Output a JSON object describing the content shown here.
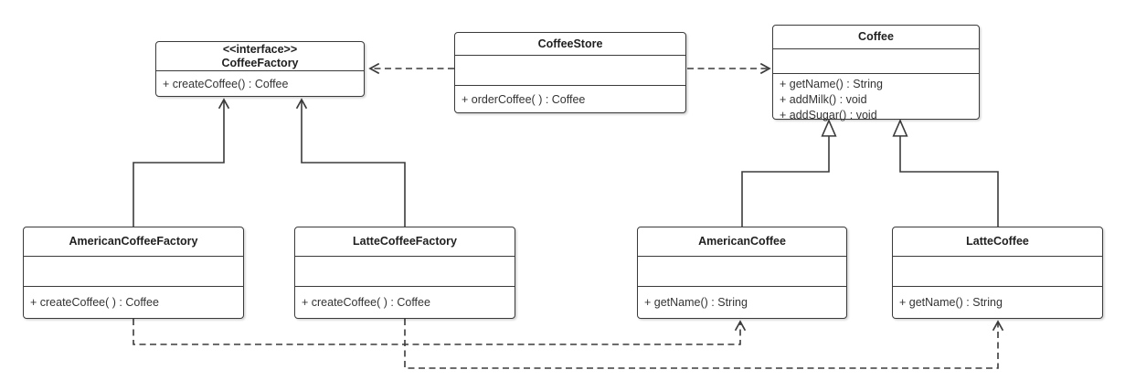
{
  "diagram": {
    "type": "uml-class-diagram",
    "classes": [
      {
        "id": "coffee-factory",
        "stereotype": "<<interface>>",
        "name": "CoffeeFactory",
        "methods": [
          "+ createCoffee() : Coffee"
        ]
      },
      {
        "id": "coffee-store",
        "name": "CoffeeStore",
        "methods": [
          "+ orderCoffee( ) : Coffee"
        ]
      },
      {
        "id": "coffee",
        "name": "Coffee",
        "methods": [
          "+ getName() : String",
          "+ addMilk() : void",
          "+ addSugar() : void"
        ]
      },
      {
        "id": "american-coffee-factory",
        "name": "AmericanCoffeeFactory",
        "methods": [
          "+ createCoffee( ) : Coffee"
        ]
      },
      {
        "id": "latte-coffee-factory",
        "name": "LatteCoffeeFactory",
        "methods": [
          "+ createCoffee( ) : Coffee"
        ]
      },
      {
        "id": "american-coffee",
        "name": "AmericanCoffee",
        "methods": [
          "+ getName() : String"
        ]
      },
      {
        "id": "latte-coffee",
        "name": "LatteCoffee",
        "methods": [
          "+ getName() : String"
        ]
      }
    ],
    "relationships": [
      {
        "type": "dependency",
        "from": "CoffeeStore",
        "to": "CoffeeFactory",
        "style": "dashed-open-arrow"
      },
      {
        "type": "dependency",
        "from": "CoffeeStore",
        "to": "Coffee",
        "style": "dashed-open-arrow"
      },
      {
        "type": "realization",
        "from": "AmericanCoffeeFactory",
        "to": "CoffeeFactory",
        "style": "solid-open-arrow"
      },
      {
        "type": "realization",
        "from": "LatteCoffeeFactory",
        "to": "CoffeeFactory",
        "style": "solid-open-arrow"
      },
      {
        "type": "generalization",
        "from": "AmericanCoffee",
        "to": "Coffee",
        "style": "solid-hollow-triangle"
      },
      {
        "type": "generalization",
        "from": "LatteCoffee",
        "to": "Coffee",
        "style": "solid-hollow-triangle"
      },
      {
        "type": "dependency",
        "from": "AmericanCoffeeFactory",
        "to": "AmericanCoffee",
        "style": "dashed-open-arrow"
      },
      {
        "type": "dependency",
        "from": "LatteCoffeeFactory",
        "to": "LatteCoffee",
        "style": "dashed-open-arrow"
      }
    ],
    "colors": {
      "background": "#ffffff",
      "line": "#3b3b3b",
      "box_border": "#3a3a3a",
      "text": "#333333"
    }
  }
}
